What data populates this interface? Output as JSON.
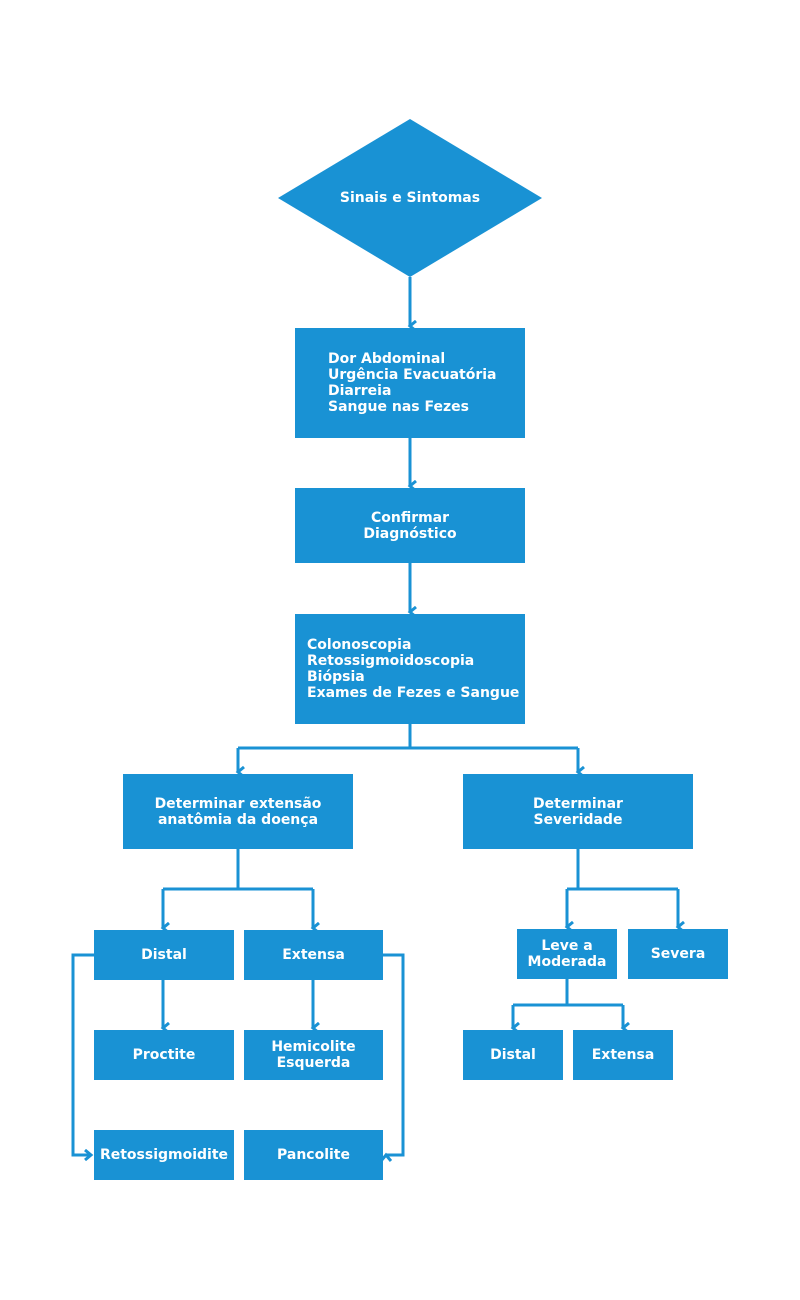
{
  "colors": {
    "box_fill": "#1992d4",
    "connector": "#1a92d4",
    "text": "#ffffff"
  },
  "nodes": {
    "start": {
      "label": "Sinais e Sintomas"
    },
    "symptoms": {
      "lines": [
        "Dor Abdominal",
        "Urgência Evacuatória",
        "Diarreia",
        "Sangue nas Fezes"
      ]
    },
    "confirm": {
      "lines": [
        "Confirmar",
        "Diagnóstico"
      ]
    },
    "exams": {
      "lines": [
        "Colonoscopia",
        "Retossigmoidoscopia",
        "Biópsia",
        "Exames de Fezes e Sangue"
      ]
    },
    "extent": {
      "lines": [
        "Determinar extensão",
        "anatômia da doença"
      ]
    },
    "severity": {
      "lines": [
        "Determinar",
        "Severidade"
      ]
    },
    "distal": {
      "label": "Distal"
    },
    "extensa": {
      "label": "Extensa"
    },
    "proctite": {
      "label": "Proctite"
    },
    "hemicolite": {
      "lines": [
        "Hemicolite",
        "Esquerda"
      ]
    },
    "retossigmoidite": {
      "label": "Retossigmoidite"
    },
    "pancolite": {
      "label": "Pancolite"
    },
    "leve": {
      "lines": [
        "Leve a",
        "Moderada"
      ]
    },
    "severa": {
      "label": "Severa"
    },
    "sev_distal": {
      "label": "Distal"
    },
    "sev_extensa": {
      "label": "Extensa"
    }
  }
}
